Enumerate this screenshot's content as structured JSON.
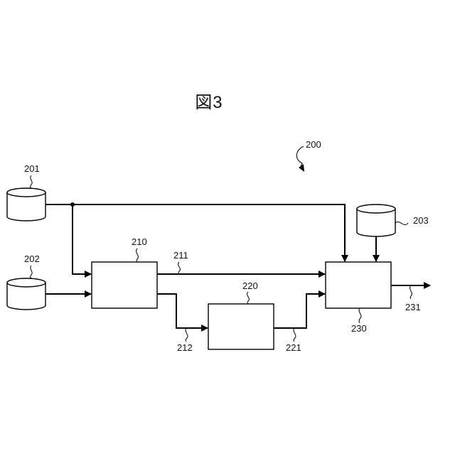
{
  "figure": {
    "title": "図3",
    "system_ref": "200"
  },
  "nodes": {
    "db201": "201",
    "db202": "202",
    "db203": "203",
    "box210": "210",
    "box220": "220",
    "box230": "230"
  },
  "signals": {
    "s211": "211",
    "s212": "212",
    "s221": "221",
    "s231": "231"
  }
}
